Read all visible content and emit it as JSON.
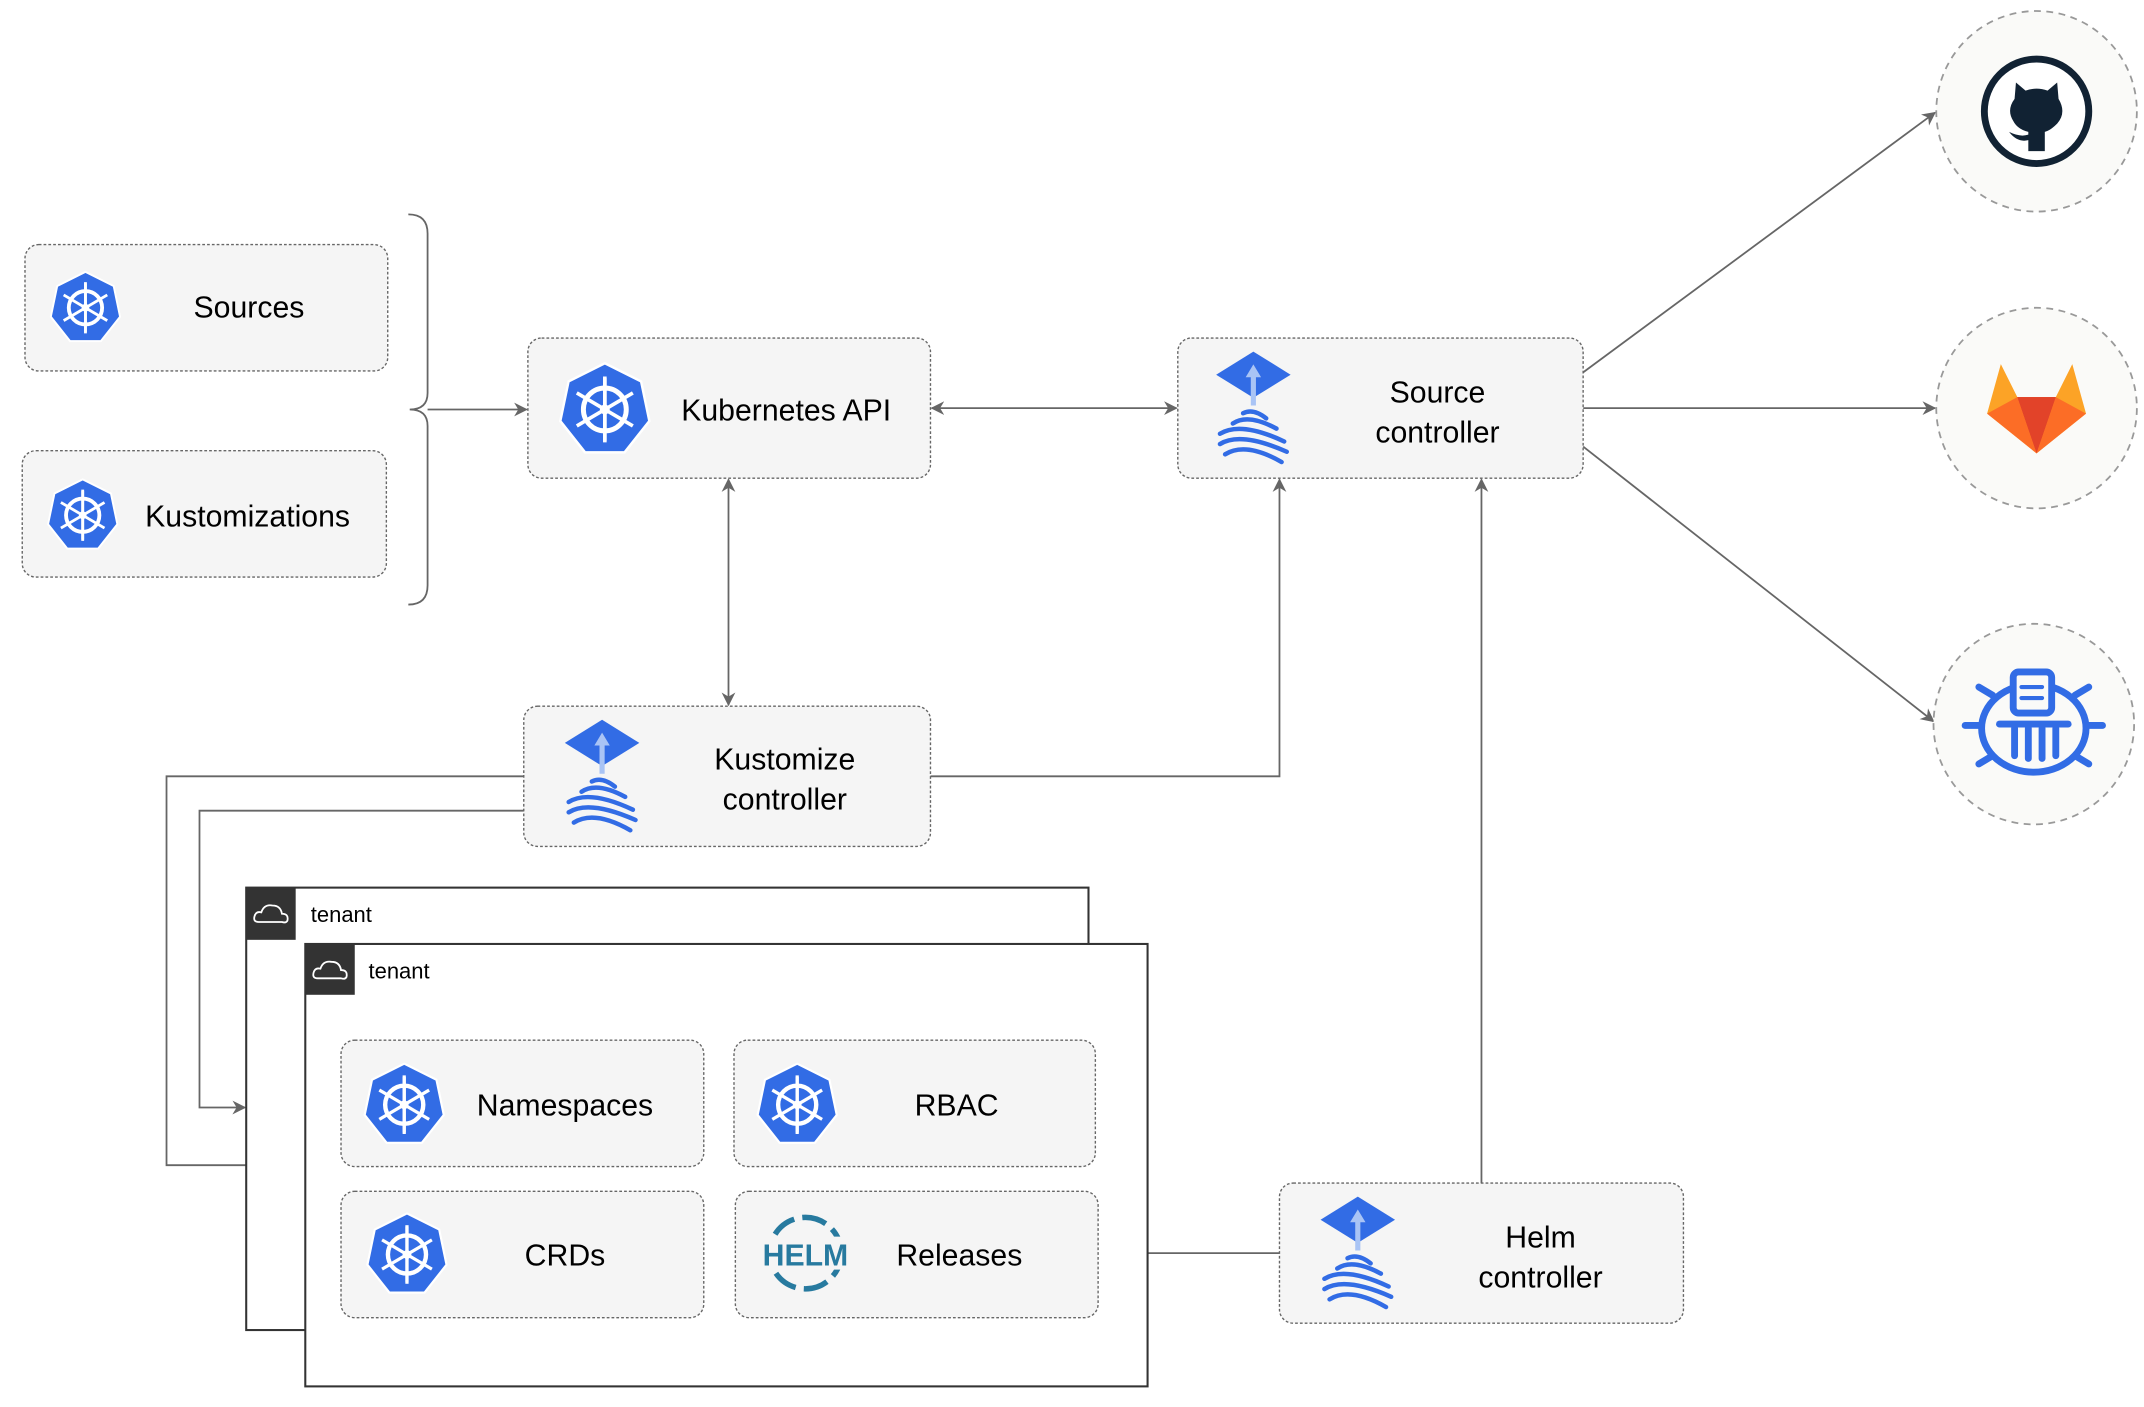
{
  "nodes": {
    "sources": "Sources",
    "kustomizations": "Kustomizations",
    "kubernetes_api": "Kubernetes API",
    "source_controller": [
      "Source",
      "controller"
    ],
    "kustomize_controller": [
      "Kustomize",
      "controller"
    ],
    "helm_controller": [
      "Helm",
      "controller"
    ],
    "namespaces": "Namespaces",
    "rbac": "RBAC",
    "crds": "CRDs",
    "releases": "Releases"
  },
  "tenants": [
    "tenant",
    "tenant"
  ],
  "helm_logo_text": "HELM",
  "external_sources": [
    "github-icon",
    "gitlab-icon",
    "bucket-icon"
  ],
  "colors": {
    "kubernetes_blue": "#326ce5",
    "gitlab_orange": "#e24329",
    "github_dark": "#112233",
    "tenant_header": "#333333"
  }
}
